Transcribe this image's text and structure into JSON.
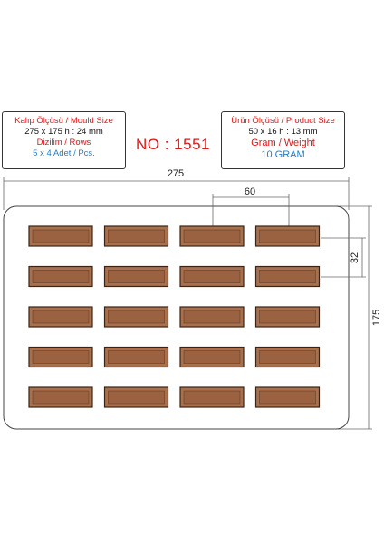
{
  "mould_box": {
    "title": "Kalıp Ölçüsü / Mould Size",
    "size": "275 x 175 h : 24 mm",
    "rows_label": "Dizilim / Rows",
    "rows_value": "5 x 4 Adet / Pcs."
  },
  "product_box": {
    "title": "Ürün Ölçüsü / Product Size",
    "size": "50 x 16 h : 13 mm",
    "weight_label": "Gram / Weight",
    "weight_value": "10 GRAM"
  },
  "model_number": "NO : 1551",
  "dimensions": {
    "width": "275",
    "height": "175",
    "cavity_pitch_x": "60",
    "cavity_pitch_y": "32"
  },
  "layout": {
    "rows": 5,
    "columns": 4
  },
  "colors": {
    "cavity_fill": "#a8704c",
    "cavity_inner": "#9a6240",
    "cavity_border": "#3b2416",
    "outline": "#444444",
    "accent_red": "#e01515",
    "accent_blue": "#1a7fd0"
  }
}
